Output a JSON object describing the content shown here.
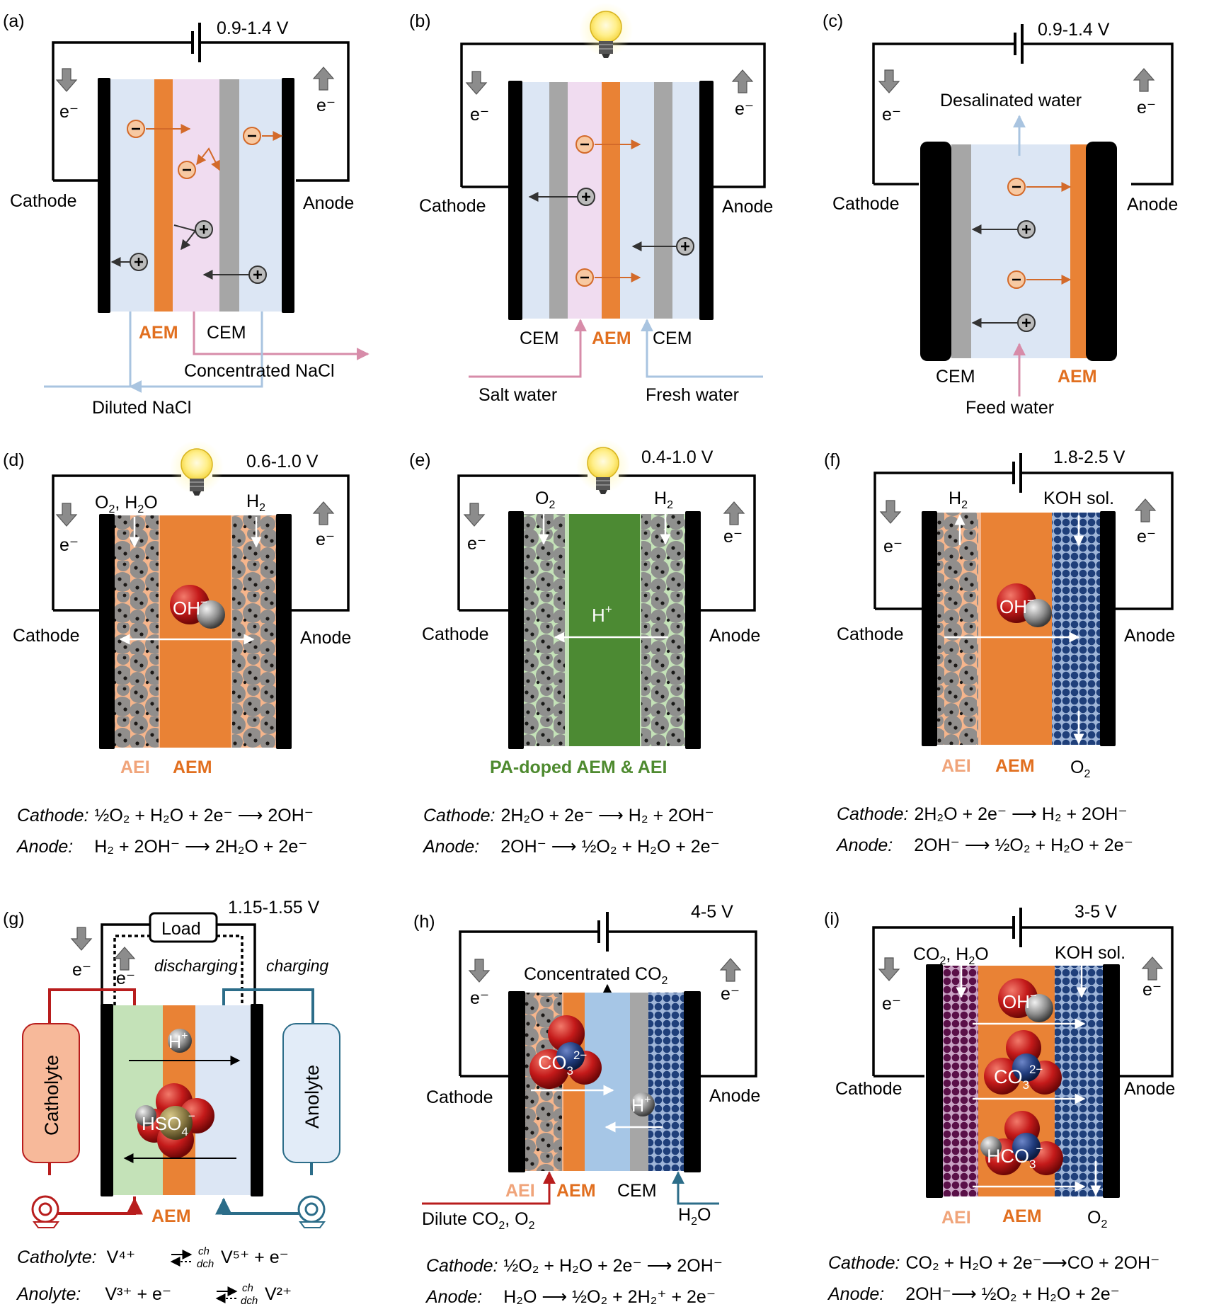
{
  "colors": {
    "aem": "#e98235",
    "aem_text": "#e16f1f",
    "aei": "#f5b58c",
    "aei_text": "#f0a47a",
    "cem": "#a6a6a6",
    "electrolyte_blue": "#dce6f4",
    "electrolyte_pink": "#f0dcf0",
    "electrolyte_green": "#c4e2b8",
    "pa_green": "#4c8a33",
    "pa_text": "#4e8a2f",
    "electrode": "#000000",
    "particle": "#8c8c8c",
    "koh_bead": "#1f3f7a",
    "aei_bead": "#5a1048",
    "feed_pink": "#d78ca9",
    "flow_blue": "#a9c4e0",
    "red_pipe": "#b81d1d",
    "teal_pipe": "#2c6d89",
    "anion_arrow": "#d36a2a",
    "cation_arrow": "#333333"
  },
  "panels": {
    "a": {
      "letter": "(a)",
      "voltage": "0.9-1.4 V",
      "electron_left": "e⁻",
      "electron_right": "e⁻",
      "cathode": "Cathode",
      "anode": "Anode",
      "aem": "AEM",
      "cem": "CEM",
      "concentrated": "Concentrated NaCl",
      "diluted": "Diluted NaCl",
      "icons": [
        "battery-icon",
        "arrow-down-icon",
        "arrow-up-icon",
        "anion-icon",
        "cation-icon"
      ]
    },
    "b": {
      "letter": "(b)",
      "electron_left": "e⁻",
      "electron_right": "e⁻",
      "cathode": "Cathode",
      "anode": "Anode",
      "cem_left": "CEM",
      "aem": "AEM",
      "cem_right": "CEM",
      "salt_water": "Salt water",
      "fresh_water": "Fresh water",
      "icons": [
        "light-bulb-icon"
      ]
    },
    "c": {
      "letter": "(c)",
      "voltage": "0.9-1.4 V",
      "electron_left": "e⁻",
      "electron_right": "e⁻",
      "cathode": "Cathode",
      "anode": "Anode",
      "desalinated": "Desalinated water",
      "cem": "CEM",
      "aem": "AEM",
      "feed": "Feed water"
    },
    "d": {
      "letter": "(d)",
      "voltage": "0.6-1.0 V",
      "electron_left": "e⁻",
      "electron_right": "e⁻",
      "cathode": "Cathode",
      "anode": "Anode",
      "gas_left_pre": "O",
      "gas_left_sub": "2",
      "gas_left_mid": ", H",
      "gas_left_sub2": "2",
      "gas_left_post": "O",
      "gas_right": "H",
      "gas_right_sub": "2",
      "ion": "OH",
      "ion_sup": "−",
      "aei": "AEI",
      "aem": "AEM",
      "eq1_label": "Cathode:",
      "eq1": "½O₂ + H₂O + 2e⁻ ⟶ 2OH⁻",
      "eq2_label": "Anode:",
      "eq2": "H₂ + 2OH⁻ ⟶ 2H₂O + 2e⁻"
    },
    "e": {
      "letter": "(e)",
      "voltage": "0.4-1.0 V",
      "electron_left": "e⁻",
      "electron_right": "e⁻",
      "cathode": "Cathode",
      "anode": "Anode",
      "gas_left": "O",
      "gas_left_sub": "2",
      "gas_right": "H",
      "gas_right_sub": "2",
      "ion": "H",
      "ion_sup": "+",
      "membrane": "PA-doped AEM & AEI",
      "eq1_label": "Cathode:",
      "eq1": "2H₂O + 2e⁻ ⟶ H₂ + 2OH⁻",
      "eq2_label": "Anode:",
      "eq2": "2OH⁻ ⟶ ½O₂ + H₂O + 2e⁻"
    },
    "f": {
      "letter": "(f)",
      "voltage": "1.8-2.5 V",
      "electron_left": "e⁻",
      "electron_right": "e⁻",
      "cathode": "Cathode",
      "anode": "Anode",
      "gas_left": "H",
      "gas_left_sub": "2",
      "koh": "KOH sol.",
      "ion": "OH",
      "ion_sup": "−",
      "aei": "AEI",
      "aem": "AEM",
      "o2": "O",
      "o2_sub": "2",
      "eq1_label": "Cathode:",
      "eq1": "2H₂O + 2e⁻ ⟶ H₂ + 2OH⁻",
      "eq2_label": "Anode:",
      "eq2": "2OH⁻ ⟶ ½O₂ + H₂O + 2e⁻"
    },
    "g": {
      "letter": "(g)",
      "voltage": "1.15-1.55 V",
      "load": "Load",
      "electron_left": "e⁻",
      "electron_mid": "e⁻",
      "discharging": "discharging",
      "charging": "charging",
      "catholyte": "Catholyte",
      "anolyte": "Anolyte",
      "ion1": "H",
      "ion1_sup": "+",
      "ion2": "HSO",
      "ion2_sub": "4",
      "ion2_sup": "−",
      "aem": "AEM",
      "eq1_label": "Catholyte:",
      "eq1_a": "V⁴⁺",
      "eq1_b": "V⁵⁺ + e⁻",
      "eq2_label": "Anolyte:",
      "eq2_a": "V³⁺ + e⁻",
      "eq2_b": "V²⁺",
      "ch": "ch",
      "dch": "dch",
      "icons": [
        "pump-icon",
        "tank-icon"
      ]
    },
    "h": {
      "letter": "(h)",
      "voltage": "4-5 V",
      "electron_left": "e⁻",
      "electron_right": "e⁻",
      "cathode": "Cathode",
      "anode": "Anode",
      "concentrated": "Concentrated  CO",
      "concentrated_sub": "2",
      "ion1": "CO",
      "ion1_sub": "3",
      "ion1_sup": "2−",
      "ion2": "H",
      "ion2_sup": "+",
      "aei": "AEI",
      "aem": "AEM",
      "cem": "CEM",
      "dilute": "Dilute  CO",
      "dilute_sub": "2",
      "dilute_post": ", O",
      "dilute_sub2": "2",
      "h2o": "H",
      "h2o_sub": "2",
      "h2o_post": "O",
      "eq1_label": "Cathode:",
      "eq1": "½O₂ + H₂O + 2e⁻ ⟶ 2OH⁻",
      "eq2_label": "Anode:",
      "eq2": "H₂O ⟶ ½O₂ + 2H₂⁺ + 2e⁻"
    },
    "i": {
      "letter": "(i)",
      "voltage": "3-5 V",
      "electron_left": "e⁻",
      "electron_right": "e⁻",
      "cathode": "Cathode",
      "anode": "Anode",
      "gas_left": "CO",
      "gas_left_sub": "2",
      "gas_left_post": ", H",
      "gas_left_sub2": "2",
      "gas_left_post2": "O",
      "koh": "KOH sol.",
      "ion1": "OH",
      "ion1_sup": "−",
      "ion2": "CO",
      "ion2_sub": "3",
      "ion2_sup": "2−",
      "ion3": "HCO",
      "ion3_sub": "3",
      "ion3_sup": "−",
      "aei": "AEI",
      "aem": "AEM",
      "o2": "O",
      "o2_sub": "2",
      "eq1_label": "Cathode:",
      "eq1": "CO₂ + H₂O + 2e⁻⟶CO + 2OH⁻",
      "eq2_label": "Anode:",
      "eq2": "2OH⁻⟶ ½O₂ + H₂O + 2e⁻"
    }
  }
}
